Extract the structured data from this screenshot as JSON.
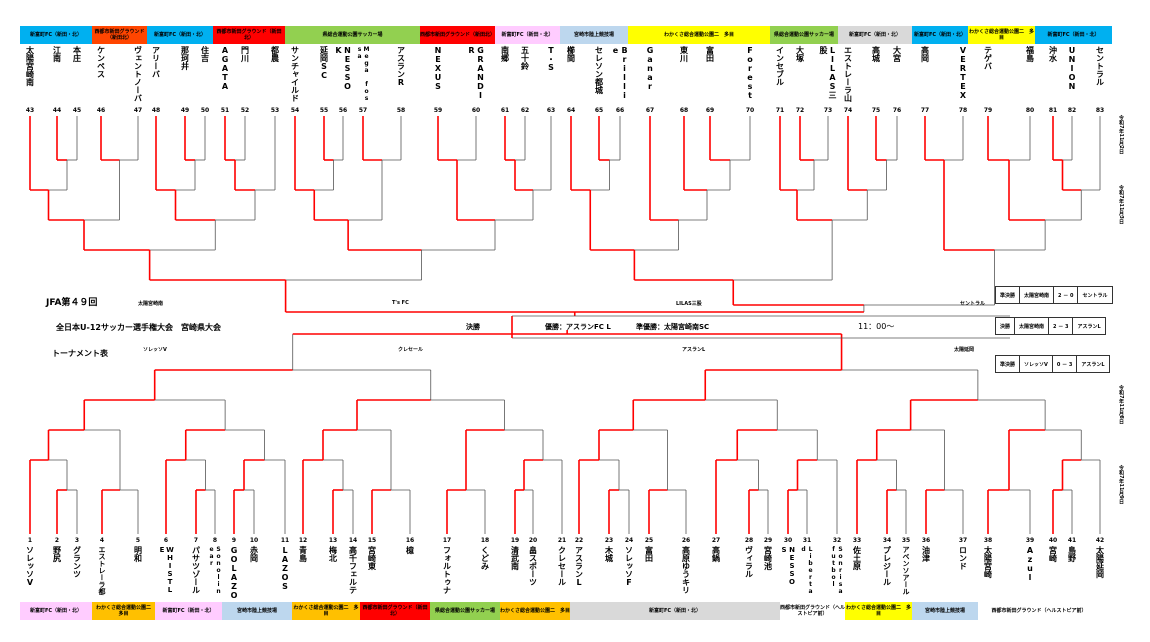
{
  "title": {
    "line1": "JFA第４９回",
    "line2": "全日本U-12サッカー選手権大会　宮崎県大会",
    "line3": "トーナメント表"
  },
  "final": {
    "label": "決勝",
    "champion": "優勝：アスランFC L",
    "runner_up": "準優勝：太陽宮崎南SC",
    "time": "11：00〜"
  },
  "semi_labels": {
    "tl": "太陽宮崎南",
    "tr": "T's FC",
    "rl": "LILAS三股",
    "rr": "セントラル",
    "bl": "ソレッソV",
    "br": "クレセール",
    "cl": "アスランL",
    "cr": "太陽延岡"
  },
  "results": [
    {
      "round": "準決勝",
      "home": "太陽宮崎南",
      "score": "2 － 0",
      "away": "セントラル"
    },
    {
      "round": "決勝",
      "home": "太陽宮崎南",
      "score": "2 － 3",
      "away": "アスランL"
    },
    {
      "round": "準決勝",
      "home": "ソレッソV",
      "score": "0 － 3",
      "away": "アスランL"
    }
  ],
  "dates": [
    "令和7年11月2日",
    "令和7年11月3日",
    "令和7年11月8日",
    "令和7年11月9日"
  ],
  "top_venues": [
    {
      "name": "新富町FC（新田・北）",
      "color": "#00b0f0"
    },
    {
      "name": "西都市新田グラウンド（新田北）",
      "color": "#ff4500"
    },
    {
      "name": "新富町FC（新田・北）",
      "color": "#00b0f0"
    },
    {
      "name": "西都市新田グラウンド（新田北）",
      "color": "#ff0000"
    },
    {
      "name": "県総合運動公園サッカー場",
      "color": "#92d050"
    },
    {
      "name": "西都市新田グラウンド（新田北）",
      "color": "#ff0000"
    },
    {
      "name": "新富町FC（新田・北）",
      "color": "#ffccff"
    },
    {
      "name": "宮崎市陸上競技場",
      "color": "#bdd7ee"
    },
    {
      "name": "わかくさ総合運動公園二　多目",
      "color": "#ffff00"
    },
    {
      "name": "県総合運動公園サッカー場",
      "color": "#92d050"
    },
    {
      "name": "新富町FC（新田・北）",
      "color": "#d9d9d9"
    },
    {
      "name": "新富町FC（新田・北）",
      "color": "#00b0f0"
    },
    {
      "name": "わかくさ総合運動公園二　多目",
      "color": "#ffff00"
    },
    {
      "name": "新富町FC（新田・北）",
      "color": "#00b0f0"
    }
  ],
  "bottom_venues": [
    {
      "name": "新富町FC（新田・北）",
      "color": "#ffccff"
    },
    {
      "name": "わかくさ総合運動公園二　多目",
      "color": "#ffc000"
    },
    {
      "name": "新富町FC（新田・北）",
      "color": "#ffccff"
    },
    {
      "name": "宮崎市陸上競技場",
      "color": "#bdd7ee"
    },
    {
      "name": "わかくさ総合運動公園二　多目",
      "color": "#ffc000"
    },
    {
      "name": "西都市新田グラウンド（新田北）",
      "color": "#ff0000"
    },
    {
      "name": "県総合運動公園サッカー場",
      "color": "#92d050"
    },
    {
      "name": "わかくさ総合運動公園二　多目",
      "color": "#ffc000"
    },
    {
      "name": "新富町FC（新田・北）",
      "color": "#d9d9d9"
    },
    {
      "name": "西都市新田グラウンド（ヘルストピア前）",
      "color": "#ffffff"
    },
    {
      "name": "わかくさ総合運動公園二　多目",
      "color": "#ffff00"
    },
    {
      "name": "宮崎市陸上競技場",
      "color": "#bdd7ee"
    },
    {
      "name": "西都市新田グラウンド（ヘルストピア前）",
      "color": "#ffffff"
    }
  ],
  "top_teams": [
    {
      "no": "43",
      "name": "太陽宮崎南"
    },
    {
      "no": "44",
      "name": "江南"
    },
    {
      "no": "45",
      "name": "本庄"
    },
    {
      "no": "46",
      "name": "ケンペス"
    },
    {
      "no": "47",
      "name": "ヴェントノーバ"
    },
    {
      "no": "48",
      "name": "アリーバ"
    },
    {
      "no": "49",
      "name": "那珂井"
    },
    {
      "no": "50",
      "name": "住吉"
    },
    {
      "no": "51",
      "name": "AGATA"
    },
    {
      "no": "52",
      "name": "門川"
    },
    {
      "no": "53",
      "name": "都農"
    },
    {
      "no": "54",
      "name": "サンチャイルド"
    },
    {
      "no": "55",
      "name": "延岡SC"
    },
    {
      "no": "56",
      "name": "NESSO K"
    },
    {
      "no": "57",
      "name": "Mega fossa"
    },
    {
      "no": "58",
      "name": "アスランR"
    },
    {
      "no": "59",
      "name": "NEXUS"
    },
    {
      "no": "60",
      "name": "GRANDIR"
    },
    {
      "no": "61",
      "name": "南郷"
    },
    {
      "no": "62",
      "name": "五十鈴"
    },
    {
      "no": "63",
      "name": "T・S"
    },
    {
      "no": "64",
      "name": "櫛間"
    },
    {
      "no": "65",
      "name": "セレソン都城"
    },
    {
      "no": "66",
      "name": "Brillie"
    },
    {
      "no": "67",
      "name": "Ganar"
    },
    {
      "no": "68",
      "name": "東川"
    },
    {
      "no": "69",
      "name": "富田"
    },
    {
      "no": "70",
      "name": "Forest"
    },
    {
      "no": "71",
      "name": "インセブル"
    },
    {
      "no": "72",
      "name": "大塚"
    },
    {
      "no": "73",
      "name": "LILAS三股"
    },
    {
      "no": "74",
      "name": "エストレーラ山"
    },
    {
      "no": "75",
      "name": "高城"
    },
    {
      "no": "76",
      "name": "大宮"
    },
    {
      "no": "77",
      "name": "高岡"
    },
    {
      "no": "78",
      "name": "VERTEX"
    },
    {
      "no": "79",
      "name": "テゲバ"
    },
    {
      "no": "80",
      "name": "福島"
    },
    {
      "no": "81",
      "name": "沖水"
    },
    {
      "no": "82",
      "name": "UNION"
    },
    {
      "no": "83",
      "name": "セントラル"
    }
  ],
  "bottom_teams": [
    {
      "no": "1",
      "name": "ソレッソV"
    },
    {
      "no": "2",
      "name": "野尻"
    },
    {
      "no": "3",
      "name": "グランツ"
    },
    {
      "no": "4",
      "name": "エストレーラ都"
    },
    {
      "no": "5",
      "name": "明和"
    },
    {
      "no": "6",
      "name": "WHISTLE"
    },
    {
      "no": "7",
      "name": "パサツゾール"
    },
    {
      "no": "8",
      "name": "Sonolinear"
    },
    {
      "no": "9",
      "name": "GOLAZO"
    },
    {
      "no": "10",
      "name": "赤岡"
    },
    {
      "no": "11",
      "name": "LAZOS"
    },
    {
      "no": "12",
      "name": "青島"
    },
    {
      "no": "13",
      "name": "梅北"
    },
    {
      "no": "14",
      "name": "高千フェルテ"
    },
    {
      "no": "15",
      "name": "宮崎東"
    },
    {
      "no": "16",
      "name": "檍"
    },
    {
      "no": "17",
      "name": "フォルトゥナ"
    },
    {
      "no": "18",
      "name": "くどみ"
    },
    {
      "no": "19",
      "name": "清武南"
    },
    {
      "no": "20",
      "name": "畠スポーツ"
    },
    {
      "no": "21",
      "name": "クレセール"
    },
    {
      "no": "22",
      "name": "アスランL"
    },
    {
      "no": "23",
      "name": "木城"
    },
    {
      "no": "24",
      "name": "ソレッソF"
    },
    {
      "no": "25",
      "name": "富田"
    },
    {
      "no": "26",
      "name": "高原ゆうキリ"
    },
    {
      "no": "27",
      "name": "高鍋"
    },
    {
      "no": "28",
      "name": "ヴィラル"
    },
    {
      "no": "29",
      "name": "宮崎池"
    },
    {
      "no": "30",
      "name": "NESSO S"
    },
    {
      "no": "31",
      "name": "Libertad"
    },
    {
      "no": "32",
      "name": "Sonrisafutbol"
    },
    {
      "no": "33",
      "name": "佐土原"
    },
    {
      "no": "34",
      "name": "プレジール"
    },
    {
      "no": "35",
      "name": "アベンソアール"
    },
    {
      "no": "36",
      "name": "油津"
    },
    {
      "no": "37",
      "name": "ロンド"
    },
    {
      "no": "38",
      "name": "太陽宮崎"
    },
    {
      "no": "39",
      "name": "Azul"
    },
    {
      "no": "40",
      "name": "宮崎"
    },
    {
      "no": "41",
      "name": "島野"
    },
    {
      "no": "42",
      "name": "太陽延岡"
    }
  ]
}
